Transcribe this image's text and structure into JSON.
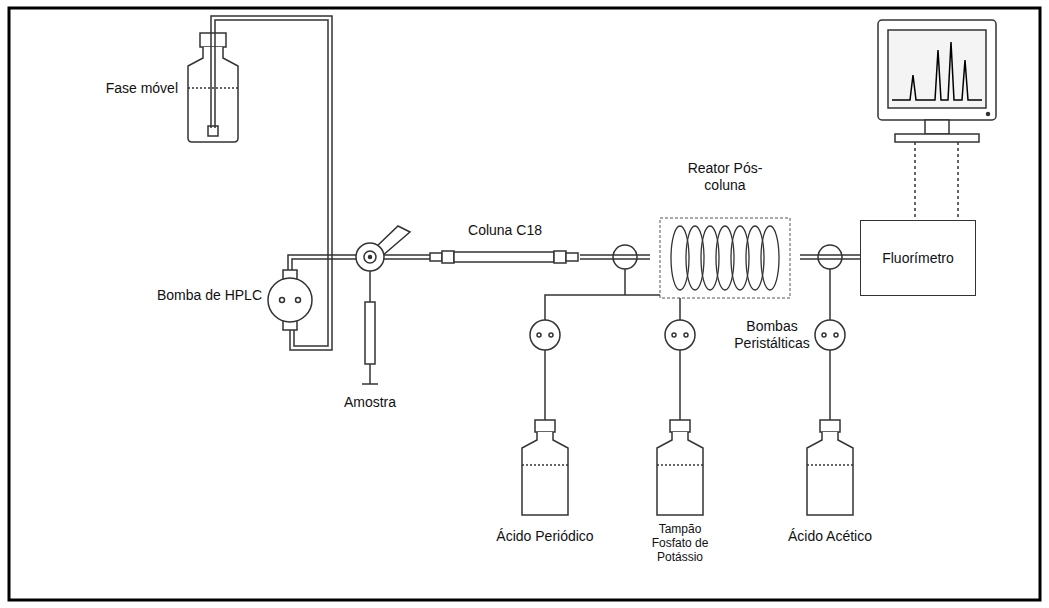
{
  "diagram": {
    "nodes": [
      {
        "text": [
          "Coluna C18"
        ]
      },
      {
        "text": [
          "Reator Pós-coluna"
        ]
      },
      {
        "text": [
          "Fluorímetro"
        ]
      }
    ],
    "edges": [
      {
        "from": 0,
        "to": 1,
        "arrow": "none"
      },
      {
        "from": 1,
        "to": 2,
        "arrow": "none"
      }
    ],
    "labels": [
      "Fase móvel",
      "Bomba de HPLC",
      "Amostra",
      "Bombas Peristálticas",
      "Ácido Periódico",
      "Tampão Fosfato de Potássio",
      "Ácido Acético"
    ]
  }
}
